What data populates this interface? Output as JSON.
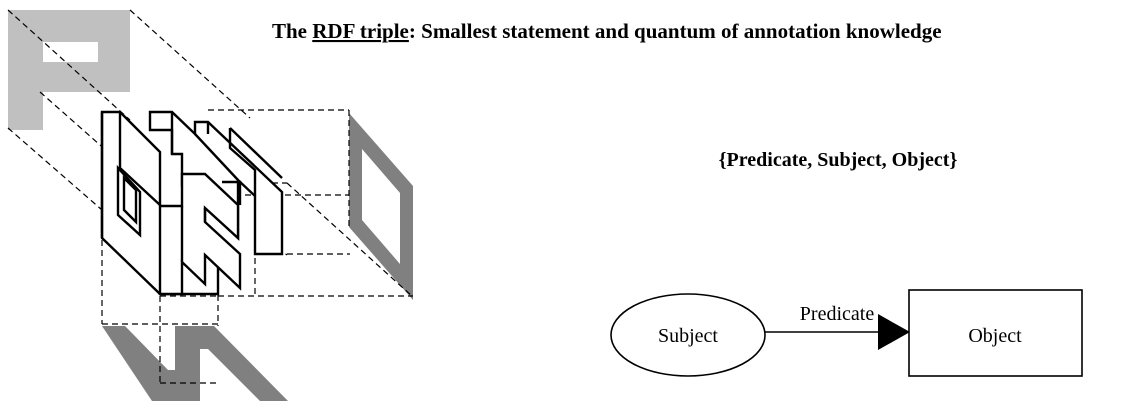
{
  "title": {
    "link_text": "RDF triple",
    "prefix": "The ",
    "suffix": ": Smallest statement and quantum of annotation knowledge"
  },
  "triple_notation": "{Predicate, Subject, Object}",
  "graph": {
    "subject": "Subject",
    "predicate": "Predicate",
    "object": "Object"
  },
  "colors": {
    "projection_light": "#c0c0c0",
    "projection_dark": "#808080",
    "line": "#000000"
  }
}
